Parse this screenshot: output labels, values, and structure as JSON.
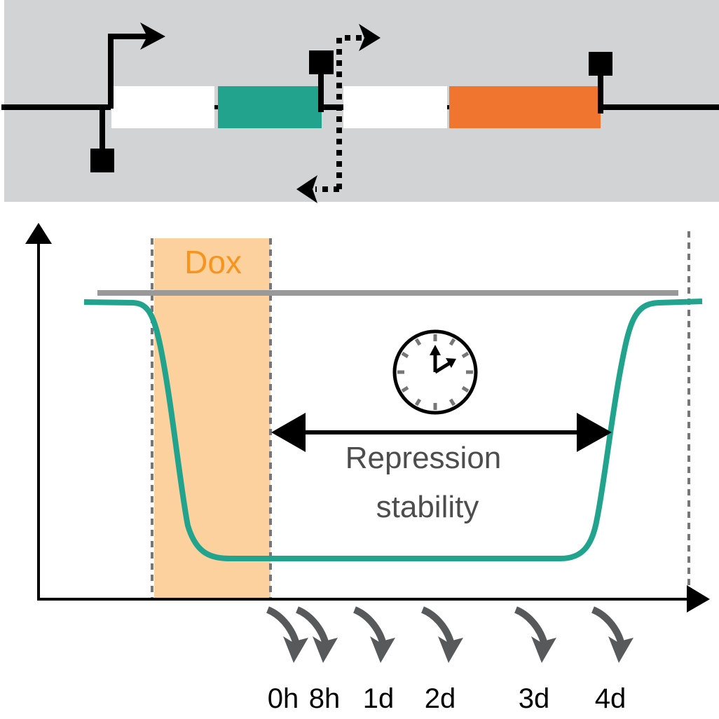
{
  "colors": {
    "panel_bg": "#d1d3d5",
    "teal": "#22a38e",
    "orange": "#f0752f",
    "dox_fill": "#fdd19e",
    "dox_text": "#f7941d",
    "baseline_gray": "#999999",
    "dash_gray": "#777777",
    "text_gray": "#4d4d4d",
    "arrow_gray": "#58595b",
    "black": "#000000"
  },
  "construct": {
    "elements": [
      {
        "name": "promoter-forward",
        "type": "promoter"
      },
      {
        "name": "spacer-1",
        "type": "part",
        "color": "white"
      },
      {
        "name": "teal-gene",
        "type": "cds",
        "color": "teal"
      },
      {
        "name": "bidirectional-promoter",
        "type": "promoter-dashed"
      },
      {
        "name": "spacer-2",
        "type": "part",
        "color": "white"
      },
      {
        "name": "orange-gene",
        "type": "cds",
        "color": "orange"
      }
    ],
    "insulators": 3
  },
  "plot": {
    "dox_label": "Dox",
    "stability_label_line1": "Repression",
    "stability_label_line2": "stability",
    "timepoints": [
      "0h",
      "8h",
      "1d",
      "2d",
      "3d",
      "4d"
    ]
  },
  "chart_data": {
    "type": "line",
    "title": "",
    "xlabel": "",
    "ylabel": "",
    "annotations": [
      "Dox",
      "Repression stability"
    ],
    "series": [
      {
        "name": "reporter expression",
        "shape": "high plateau, drop during Dox, low plateau, recovery to high"
      },
      {
        "name": "baseline",
        "shape": "constant high level"
      }
    ],
    "x_tick_labels": [
      "0h",
      "8h",
      "1d",
      "2d",
      "3d",
      "4d"
    ]
  }
}
